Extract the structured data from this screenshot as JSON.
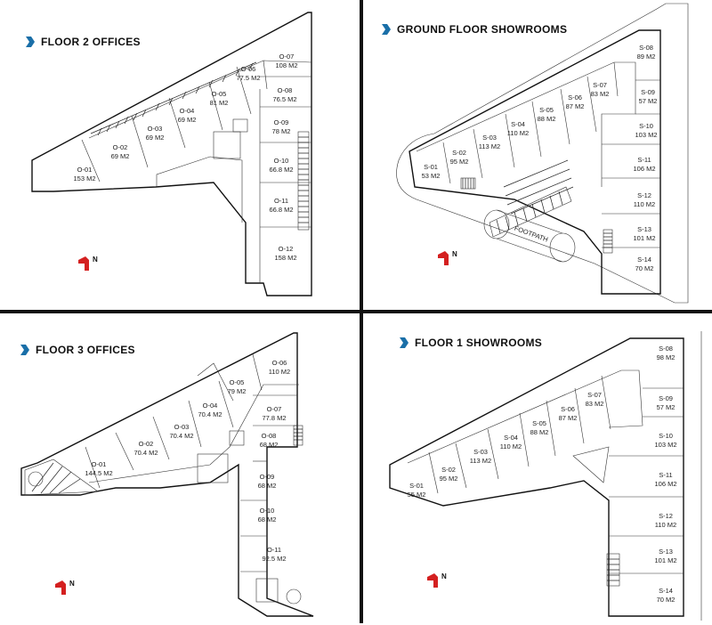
{
  "panels": {
    "tl": {
      "title": "FLOOR 2 OFFICES",
      "north": "N",
      "units": [
        {
          "code": "O-01",
          "area": "153 M2"
        },
        {
          "code": "O-02",
          "area": "69 M2"
        },
        {
          "code": "O-03",
          "area": "69 M2"
        },
        {
          "code": "O-04",
          "area": "69 M2"
        },
        {
          "code": "O-05",
          "area": "81 M2"
        },
        {
          "code": "O-06",
          "area": "77.5 M2"
        },
        {
          "code": "O-07",
          "area": "108 M2"
        },
        {
          "code": "O-08",
          "area": "76.5 M2"
        },
        {
          "code": "O-09",
          "area": "78 M2"
        },
        {
          "code": "O-10",
          "area": "66.8 M2"
        },
        {
          "code": "O-11",
          "area": "66.8 M2"
        },
        {
          "code": "O-12",
          "area": "158 M2"
        }
      ]
    },
    "tr": {
      "title": "GROUND FLOOR SHOWROOMS",
      "north": "N",
      "footpath": "FOOTPATH",
      "units": [
        {
          "code": "S-01",
          "area": "53 M2"
        },
        {
          "code": "S-02",
          "area": "95 M2"
        },
        {
          "code": "S-03",
          "area": "113 M2"
        },
        {
          "code": "S-04",
          "area": "110 M2"
        },
        {
          "code": "S-05",
          "area": "88 M2"
        },
        {
          "code": "S-06",
          "area": "87 M2"
        },
        {
          "code": "S-07",
          "area": "83 M2"
        },
        {
          "code": "S-08",
          "area": "89 M2"
        },
        {
          "code": "S-09",
          "area": "57 M2"
        },
        {
          "code": "S-10",
          "area": "103 M2"
        },
        {
          "code": "S-11",
          "area": "106 M2"
        },
        {
          "code": "S-12",
          "area": "110 M2"
        },
        {
          "code": "S-13",
          "area": "101 M2"
        },
        {
          "code": "S-14",
          "area": "70 M2"
        }
      ]
    },
    "bl": {
      "title": "FLOOR 3 OFFICES",
      "north": "N",
      "units": [
        {
          "code": "O-01",
          "area": "144.5 M2"
        },
        {
          "code": "O-02",
          "area": "70.4 M2"
        },
        {
          "code": "O-03",
          "area": "70.4 M2"
        },
        {
          "code": "O-04",
          "area": "70.4 M2"
        },
        {
          "code": "O-05",
          "area": "79 M2"
        },
        {
          "code": "O-06",
          "area": "110 M2"
        },
        {
          "code": "O-07",
          "area": "77.8 M2"
        },
        {
          "code": "O-08",
          "area": "68 M2"
        },
        {
          "code": "O-09",
          "area": "68 M2"
        },
        {
          "code": "O-10",
          "area": "68 M2"
        },
        {
          "code": "O-11",
          "area": "92.5 M2"
        }
      ]
    },
    "br": {
      "title": "FLOOR 1 SHOWROOMS",
      "north": "N",
      "units": [
        {
          "code": "S-01",
          "area": "55 M2"
        },
        {
          "code": "S-02",
          "area": "95 M2"
        },
        {
          "code": "S-03",
          "area": "113 M2"
        },
        {
          "code": "S-04",
          "area": "110 M2"
        },
        {
          "code": "S-05",
          "area": "88 M2"
        },
        {
          "code": "S-06",
          "area": "87 M2"
        },
        {
          "code": "S-07",
          "area": "83 M2"
        },
        {
          "code": "S-08",
          "area": "98 M2"
        },
        {
          "code": "S-09",
          "area": "57 M2"
        },
        {
          "code": "S-10",
          "area": "103 M2"
        },
        {
          "code": "S-11",
          "area": "106 M2"
        },
        {
          "code": "S-12",
          "area": "110 M2"
        },
        {
          "code": "S-13",
          "area": "101 M2"
        },
        {
          "code": "S-14",
          "area": "70 M2"
        }
      ]
    }
  },
  "colors": {
    "accent": "#1a6fa8",
    "north": "#d42020",
    "line": "#111111"
  },
  "icons": {
    "title_marker": "chevron-right-icon",
    "north_marker": "north-arrow-icon"
  }
}
